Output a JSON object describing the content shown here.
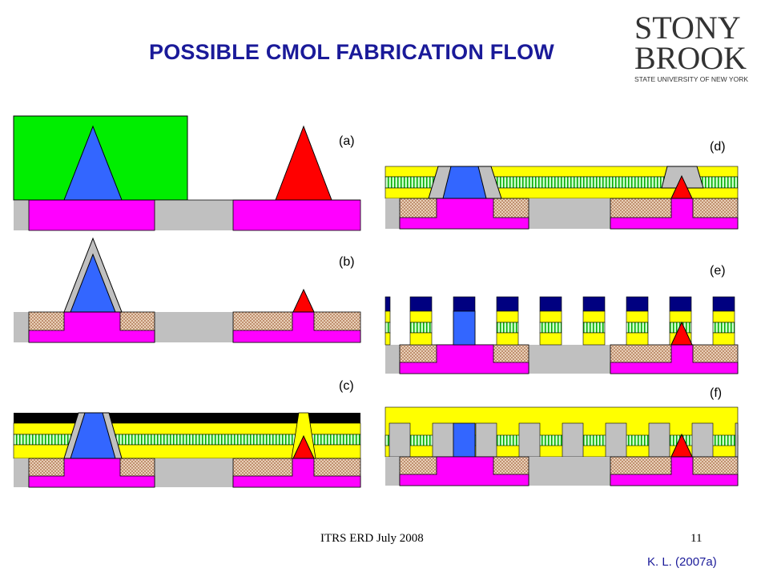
{
  "slide": {
    "title": "POSSIBLE CMOL FABRICATION FLOW",
    "footer_left": "ITRS ERD July 2008",
    "footer_right": "11",
    "credit": "K. L. (2007a)"
  },
  "logo": {
    "line1": "STONY",
    "line2": "BROOK",
    "subtitle": "STATE UNIVERSITY OF NEW YORK"
  },
  "panels": [
    {
      "id": "a",
      "label": "(a)"
    },
    {
      "id": "b",
      "label": "(b)"
    },
    {
      "id": "c",
      "label": "(c)"
    },
    {
      "id": "d",
      "label": "(d)"
    },
    {
      "id": "e",
      "label": "(e)"
    },
    {
      "id": "f",
      "label": "(f)"
    }
  ],
  "colors": {
    "title": "#1a1a99",
    "green": "#00ee00",
    "blue": "#3366ff",
    "red": "#ff0000",
    "magenta": "#ff00ff",
    "gray": "#c0c0c0",
    "yellow": "#ffff00",
    "navy": "#000080",
    "black": "#000000",
    "logo_text": "#333333",
    "logo_red": "#cc2233"
  }
}
